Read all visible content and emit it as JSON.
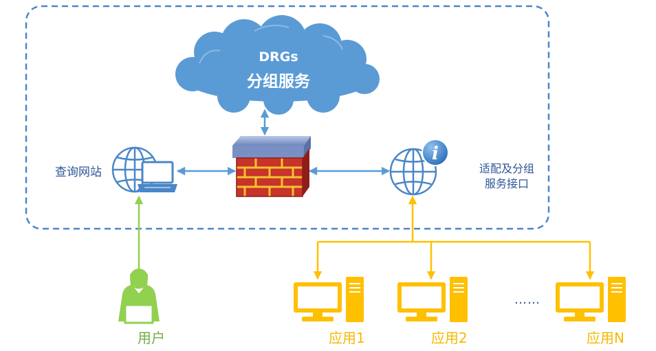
{
  "cloud": {
    "line1": "DRGs",
    "line2": "分组服务"
  },
  "labels": {
    "query_site": "查询网站",
    "adapter_line1": "适配及分组",
    "adapter_line2": "服务接口",
    "user": "用户",
    "app1": "应用1",
    "app2": "应用2",
    "appn": "应用N",
    "ellipsis": "……"
  },
  "colors": {
    "boundary": "#4a86c8",
    "cloud": "#5b9bd5",
    "connector_blue": "#5b9bd5",
    "user_green": "#92d050",
    "app_yellow": "#ffc000",
    "label_blue": "#2f5597"
  },
  "icons": [
    "cloud-icon",
    "globe-icon",
    "laptop-icon",
    "firewall-icon",
    "info-globe-icon",
    "user-icon",
    "computer-icon"
  ]
}
